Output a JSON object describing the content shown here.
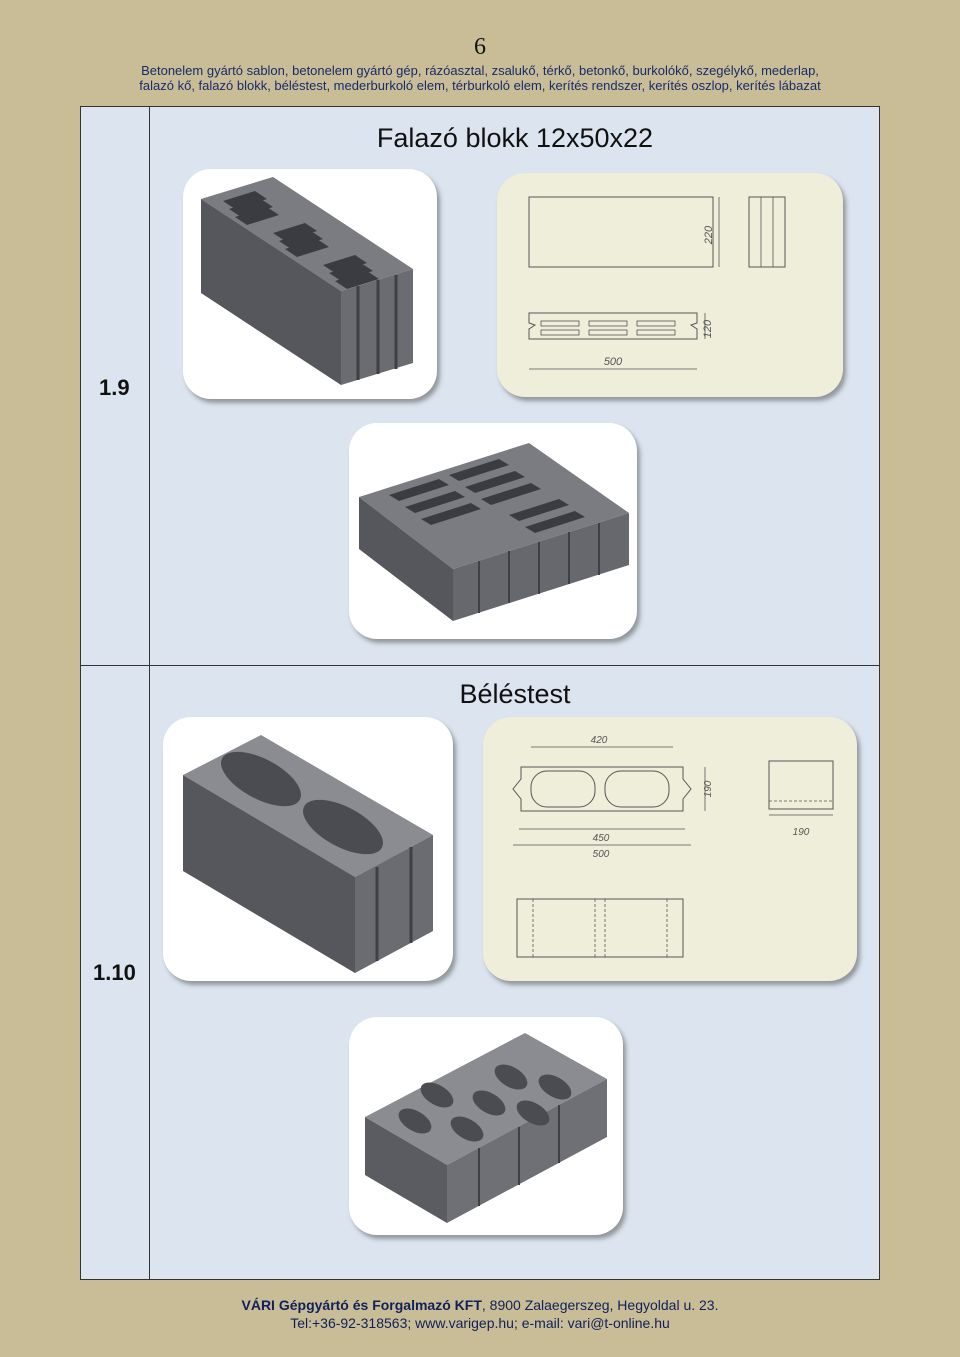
{
  "page_number": "6",
  "header": {
    "line1": "Betonelem gyártó sablon, betonelem gyártó gép, rázóasztal, zsalukő, térkő, betonkő, burkolókő, szegélykő, mederlap,",
    "line2": "falazó kő, falazó blokk, béléstest, mederburkoló elem, térburkoló elem, kerítés rendszer, kerítés oszlop, kerítés lábazat"
  },
  "rows": [
    {
      "number": "1.9",
      "title": "Falazó blokk 12x50x22",
      "drawing_dims": {
        "height": "220",
        "width": "500",
        "depth": "120"
      }
    },
    {
      "number": "1.10",
      "title": "Béléstest",
      "drawing_dims": {
        "top": "420",
        "height": "190",
        "inner": "450",
        "outer": "500",
        "side": "190"
      }
    }
  ],
  "footer": {
    "company": "VÁRI Gépgyártó és Forgalmazó KFT",
    "address": ", 8900 Zalaegerszeg, Hegyoldal u. 23.",
    "contact": "Tel:+36-92-318563; www.varigep.hu; e-mail: vari@t-online.hu"
  },
  "colors": {
    "page_bg": "#c8bd96",
    "table_bg": "#dbe4ef",
    "drawing_card_bg": "#eeeeda",
    "block_gray": "#5a5c62"
  },
  "icons": [
    "block-3d-image",
    "technical-drawing-image"
  ]
}
